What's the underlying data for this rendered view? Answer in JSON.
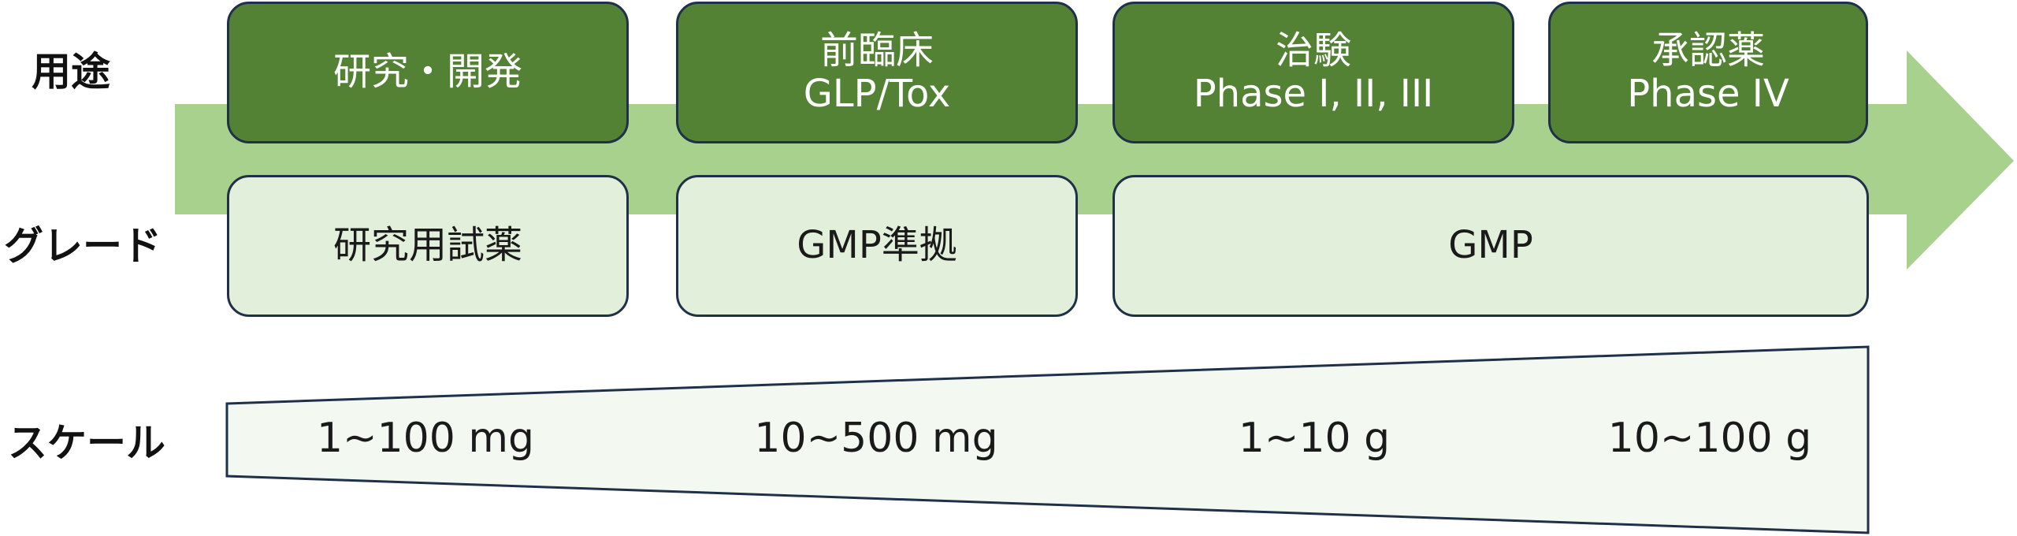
{
  "labels": {
    "usage": "用途",
    "grade": "グレード",
    "scale": "スケール"
  },
  "usage_boxes": [
    {
      "line1": "研究・開発",
      "line2": ""
    },
    {
      "line1": "前臨床",
      "line2": "GLP/Tox"
    },
    {
      "line1": "治験",
      "line2": "Phase I, II, III"
    },
    {
      "line1": "承認薬",
      "line2": "Phase IV"
    }
  ],
  "grade_boxes": [
    "研究用試薬",
    "GMP準拠",
    "GMP"
  ],
  "scale_values": [
    "1~100 mg",
    "10~500 mg",
    "1~10 g",
    "10~100 g"
  ],
  "colors": {
    "arrow": "#a9d18e",
    "usage_fill": "#548235",
    "grade_fill": "#e2efda",
    "wedge_fill": "#f3f8f1",
    "border": "#1f3049"
  }
}
